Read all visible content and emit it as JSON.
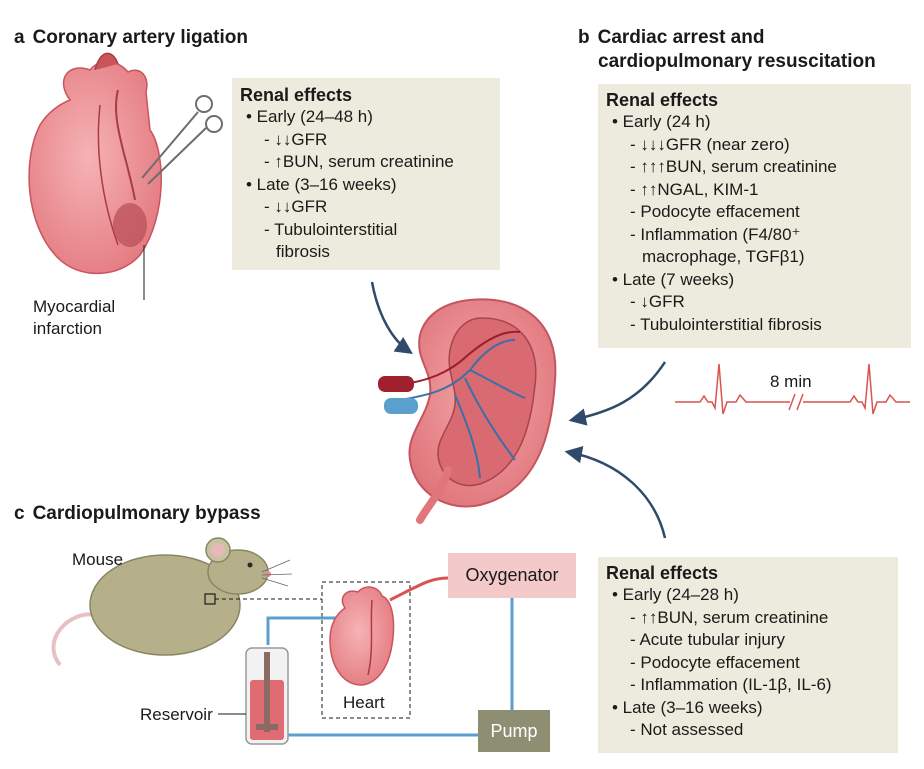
{
  "panel_a": {
    "letter": "a",
    "title": "Coronary artery ligation",
    "box": {
      "heading": "Renal effects",
      "lines": [
        {
          "level": 1,
          "text": "• Early (24–48 h)"
        },
        {
          "level": 2,
          "text": "- ↓↓GFR"
        },
        {
          "level": 2,
          "text": "- ↑BUN, serum creatinine"
        },
        {
          "level": 1,
          "text": "• Late (3–16 weeks)"
        },
        {
          "level": 2,
          "text": "- ↓↓GFR"
        },
        {
          "level": 2,
          "text": "- Tubulointerstitial"
        },
        {
          "level": 3,
          "text": "fibrosis"
        }
      ]
    },
    "label_infarct_1": "Myocardial",
    "label_infarct_2": "infarction"
  },
  "panel_b": {
    "letter": "b",
    "title_line1": "Cardiac arrest and",
    "title_line2": "cardiopulmonary resuscitation",
    "box": {
      "heading": "Renal effects",
      "lines": [
        {
          "level": 1,
          "text": "• Early (24 h)"
        },
        {
          "level": 2,
          "text": "- ↓↓↓GFR (near zero)"
        },
        {
          "level": 2,
          "text": "- ↑↑↑BUN, serum creatinine"
        },
        {
          "level": 2,
          "text": "- ↑↑NGAL, KIM-1"
        },
        {
          "level": 2,
          "text": "- Podocyte effacement"
        },
        {
          "level": 2,
          "text": "- Inflammation (F4/80⁺"
        },
        {
          "level": 3,
          "text": "macrophage, TGFβ1)"
        },
        {
          "level": 1,
          "text": "• Late (7 weeks)"
        },
        {
          "level": 2,
          "text": "- ↓GFR"
        },
        {
          "level": 2,
          "text": "- Tubulointerstitial fibrosis"
        }
      ]
    },
    "ecg_label": "8 min"
  },
  "panel_c": {
    "letter": "c",
    "title": "Cardiopulmonary bypass",
    "box": {
      "heading": "Renal effects",
      "lines": [
        {
          "level": 1,
          "text": "• Early (24–28 h)"
        },
        {
          "level": 2,
          "text": "- ↑↑BUN, serum creatinine"
        },
        {
          "level": 2,
          "text": "- Acute tubular injury"
        },
        {
          "level": 2,
          "text": "- Podocyte effacement"
        },
        {
          "level": 2,
          "text": "- Inflammation (IL-1β, IL-6)"
        },
        {
          "level": 1,
          "text": "• Late (3–16 weeks)"
        },
        {
          "level": 2,
          "text": "- Not assessed"
        }
      ]
    },
    "label_mouse": "Mouse",
    "label_oxygenator": "Oxygenator",
    "label_pump": "Pump",
    "label_heart": "Heart",
    "label_reservoir": "Reservoir"
  },
  "colors": {
    "box_bg": "#ecebdd",
    "arrow": "#2f4a6b",
    "tissue": "#e8868a",
    "ecg": "#d9534f",
    "tube": "#5aa0cf",
    "pump": "#8e8e72",
    "oxygenator": "#f4c9c9"
  }
}
